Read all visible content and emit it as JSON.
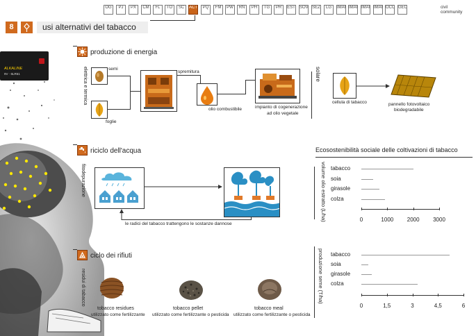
{
  "header": {
    "page_number": "8",
    "title": "usi alternativi del tabacco",
    "tools": [
      "OG",
      "PJ",
      "PX",
      "CM",
      "FL",
      "TO",
      "SC",
      "ACT",
      "PQ",
      "FM",
      "PW",
      "RN",
      "PH",
      "TG",
      "PR",
      "EST",
      "SOV",
      "SEZ",
      "LG",
      "IMAGE1",
      "IMAGE2",
      "IMAGE3",
      "IMAGE4",
      "OCC",
      "GEO"
    ],
    "brand_top": "civil",
    "brand_bottom": "community"
  },
  "device": {
    "text1": "ALKALINE",
    "text2": "9V · 6LR61"
  },
  "energy": {
    "title": "produzione di energia",
    "side": "elettrica e termica",
    "seeds": "semi",
    "leaves": "foglie",
    "pressing": "spremitura",
    "oil": "olio combustibile",
    "plant_l1": "impianto di cogenerazione",
    "plant_l2": "ad olio vegetale",
    "solar": "solare",
    "cell": "cellula di tabacco",
    "panel_l1": "pannello fotovoltaico",
    "panel_l2": "biodegradabile"
  },
  "water": {
    "title": "riciclo dell'acqua",
    "side": "fitodepurazione",
    "caption": "le radici del tabacco trattengono le sostanze dannose"
  },
  "waste": {
    "title": "ciclo dei rifiuti",
    "side": "residui di tabacco",
    "items": [
      {
        "name": "tobacco residues",
        "use": "utilizzato come fertilizzante"
      },
      {
        "name": "tobacco pellet",
        "use": "utilizzato come fertilizzante o pesticida"
      },
      {
        "name": "tobacco meal",
        "use": "utilizzato come fertilizzante o pesticida"
      }
    ]
  },
  "chart_data": [
    {
      "type": "bar",
      "title": "Ecosostenibilità sociale delle coltivazioni di tabacco",
      "ylabel": "volume olio estratto (L/ha)",
      "categories": [
        "tabacco",
        "soia",
        "girasole",
        "colza"
      ],
      "values": [
        2000,
        450,
        700,
        900
      ],
      "ticks": [
        "0",
        "1000",
        "2000",
        "3000"
      ],
      "xlim": [
        0,
        3000
      ]
    },
    {
      "type": "bar",
      "ylabel": "produzione seme (T/ha)",
      "categories": [
        "tabacco",
        "soia",
        "girasole",
        "colza"
      ],
      "values": [
        5.2,
        0.4,
        0.6,
        3.3
      ],
      "ticks": [
        "0",
        "1,5",
        "3",
        "4,5",
        "6"
      ],
      "xlim": [
        0,
        6
      ]
    }
  ],
  "colors": {
    "accent": "#d06a1e",
    "tile": "#c9641a"
  }
}
